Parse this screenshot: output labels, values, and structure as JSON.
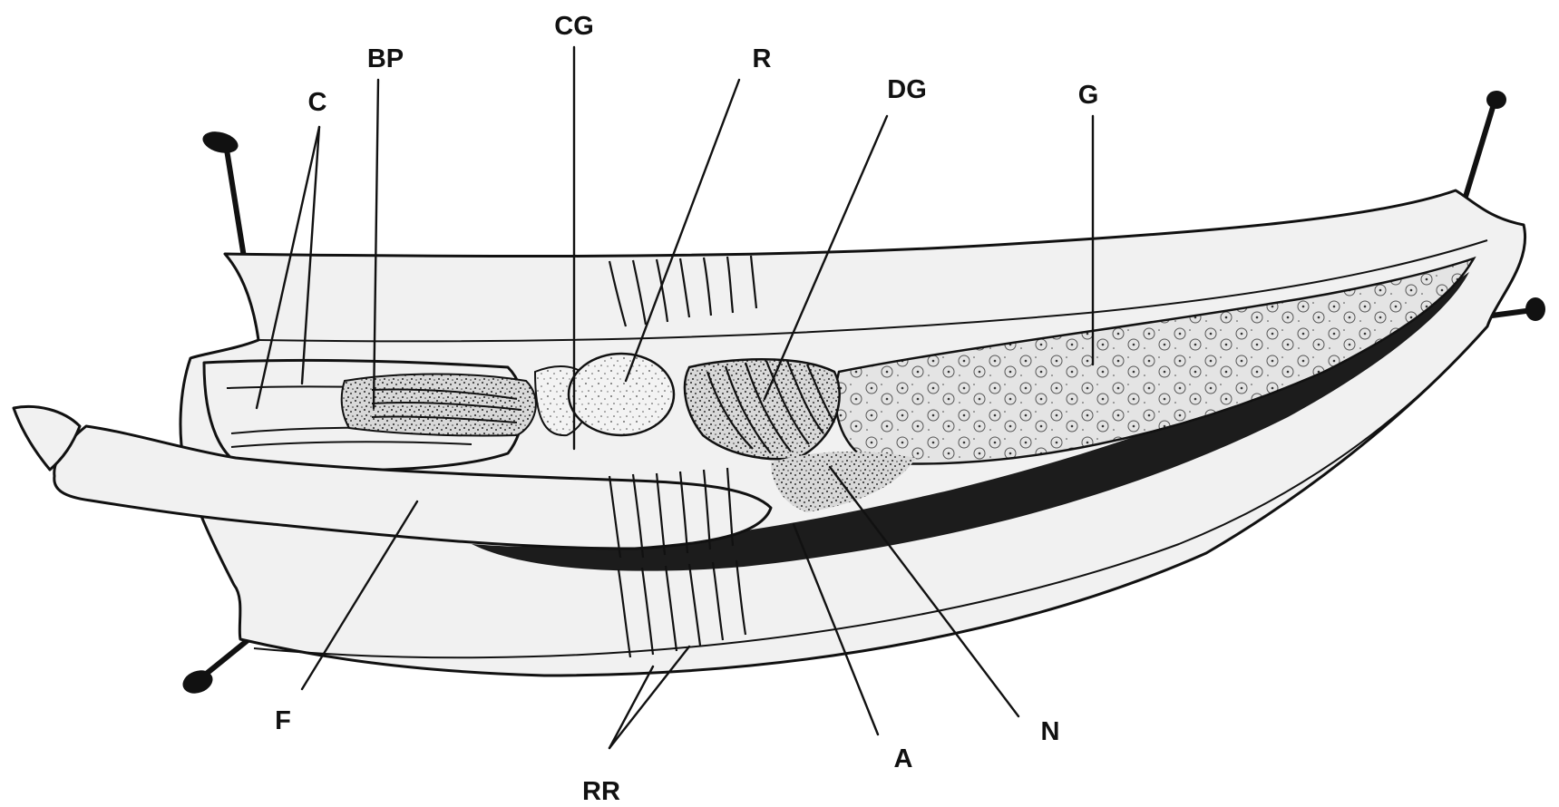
{
  "labels": {
    "c": "C",
    "bp": "BP",
    "cg": "CG",
    "r": "R",
    "dg": "DG",
    "g": "G",
    "f": "F",
    "rr": "RR",
    "a": "A",
    "n": "N"
  }
}
